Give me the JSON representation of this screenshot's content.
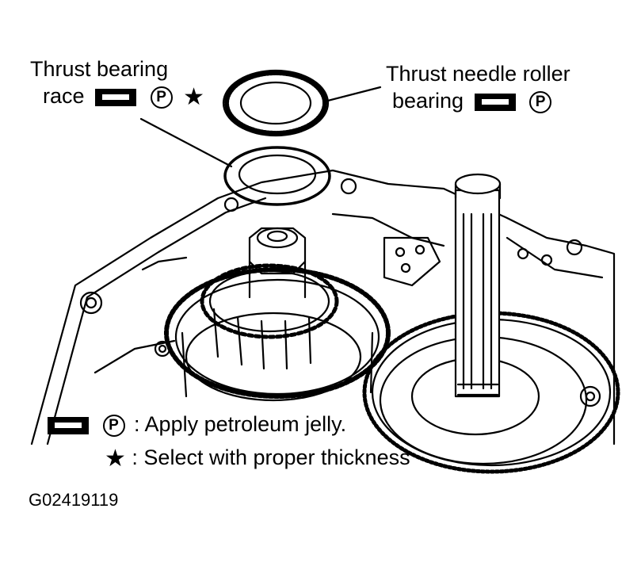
{
  "labels": {
    "race_line1": "Thrust bearing",
    "race_line2": "race",
    "needle_line1": "Thrust needle roller",
    "needle_line2": "bearing"
  },
  "legend": {
    "jelly_text": ": Apply petroleum jelly.",
    "select_text": ": Select with proper thickness"
  },
  "symbols": {
    "p_mark": "P",
    "star": "★",
    "jelly_icon": "petroleum-jelly-icon"
  },
  "figure_code": "G02419119"
}
